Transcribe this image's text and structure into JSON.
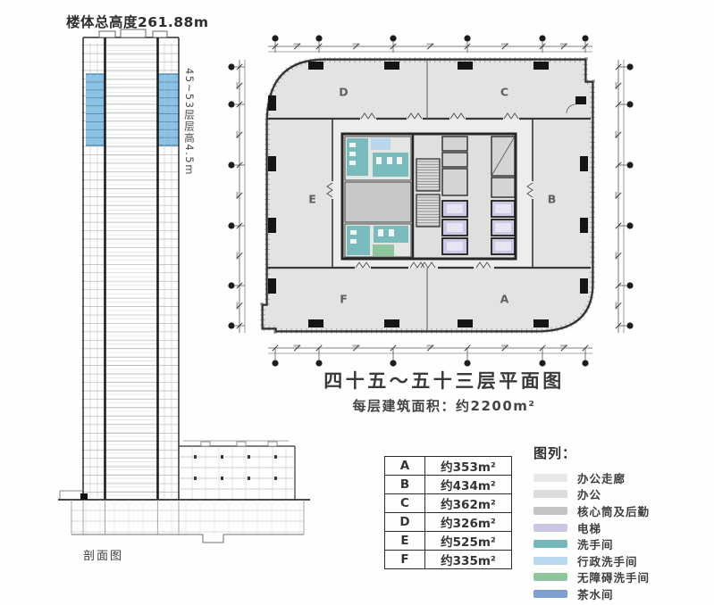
{
  "section": {
    "height_label": "楼体总高度261.88m",
    "floors_label": "45~53层层高4.5m",
    "caption": "剖面图",
    "highlight_color": "#8cc2e5"
  },
  "plan": {
    "title": "四十五～五十三层平面图",
    "subtitle": "每层建筑面积：约2200m²",
    "zones": [
      {
        "label": "D"
      },
      {
        "label": "C"
      },
      {
        "label": "E"
      },
      {
        "label": "B"
      },
      {
        "label": "F"
      },
      {
        "label": "A"
      }
    ]
  },
  "area_table": {
    "rows": [
      {
        "zone": "A",
        "area": "约353m²"
      },
      {
        "zone": "B",
        "area": "约434m²"
      },
      {
        "zone": "C",
        "area": "约362m²"
      },
      {
        "zone": "D",
        "area": "约326m²"
      },
      {
        "zone": "E",
        "area": "约525m²"
      },
      {
        "zone": "F",
        "area": "约335m²"
      }
    ]
  },
  "legend": {
    "title": "图列：",
    "items": [
      {
        "label": "办公走廊",
        "color": "#e7e9e8"
      },
      {
        "label": "办公",
        "color": "#dbdddc"
      },
      {
        "label": "核心筒及后勤",
        "color": "#c3c5c4"
      },
      {
        "label": "电梯",
        "color": "#c9c7e2"
      },
      {
        "label": "洗手间",
        "color": "#76b8ba"
      },
      {
        "label": "行政洗手间",
        "color": "#b7d8ee"
      },
      {
        "label": "无障碍洗手间",
        "color": "#8fc49d"
      },
      {
        "label": "茶水间",
        "color": "#7e9ed2"
      }
    ]
  }
}
